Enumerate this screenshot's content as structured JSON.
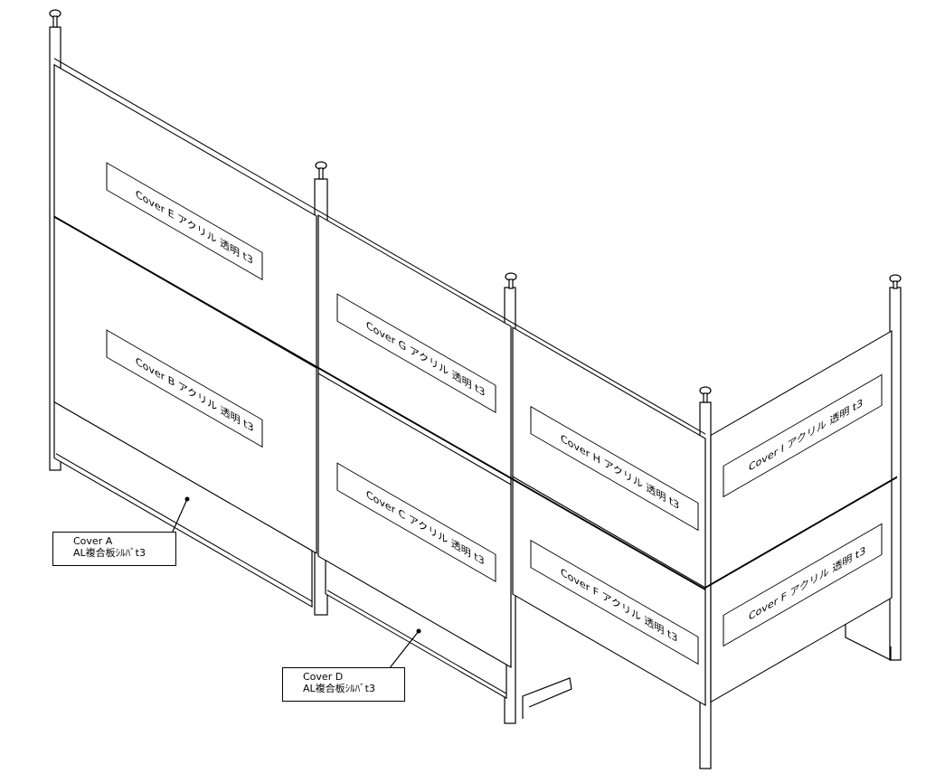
{
  "labels": {
    "cover_e": "Cover E アクリル 透明 t3",
    "cover_b": "Cover B アクリル 透明 t3",
    "cover_g": "Cover G アクリル 透明 t3",
    "cover_c": "Cover C アクリル 透明 t3",
    "cover_h": "Cover H アクリル 透明 t3",
    "cover_f1": "Cover F アクリル 透明 t3",
    "cover_i": "Cover I アクリル 透明 t3",
    "cover_f2": "Cover F アクリル 透明 t3"
  },
  "callouts": {
    "cover_a": {
      "name": "Cover A",
      "material": "AL複合板ｼﾙﾊﾞt3"
    },
    "cover_d": {
      "name": "Cover D",
      "material": "AL複合板ｼﾙﾊﾞt3"
    }
  }
}
